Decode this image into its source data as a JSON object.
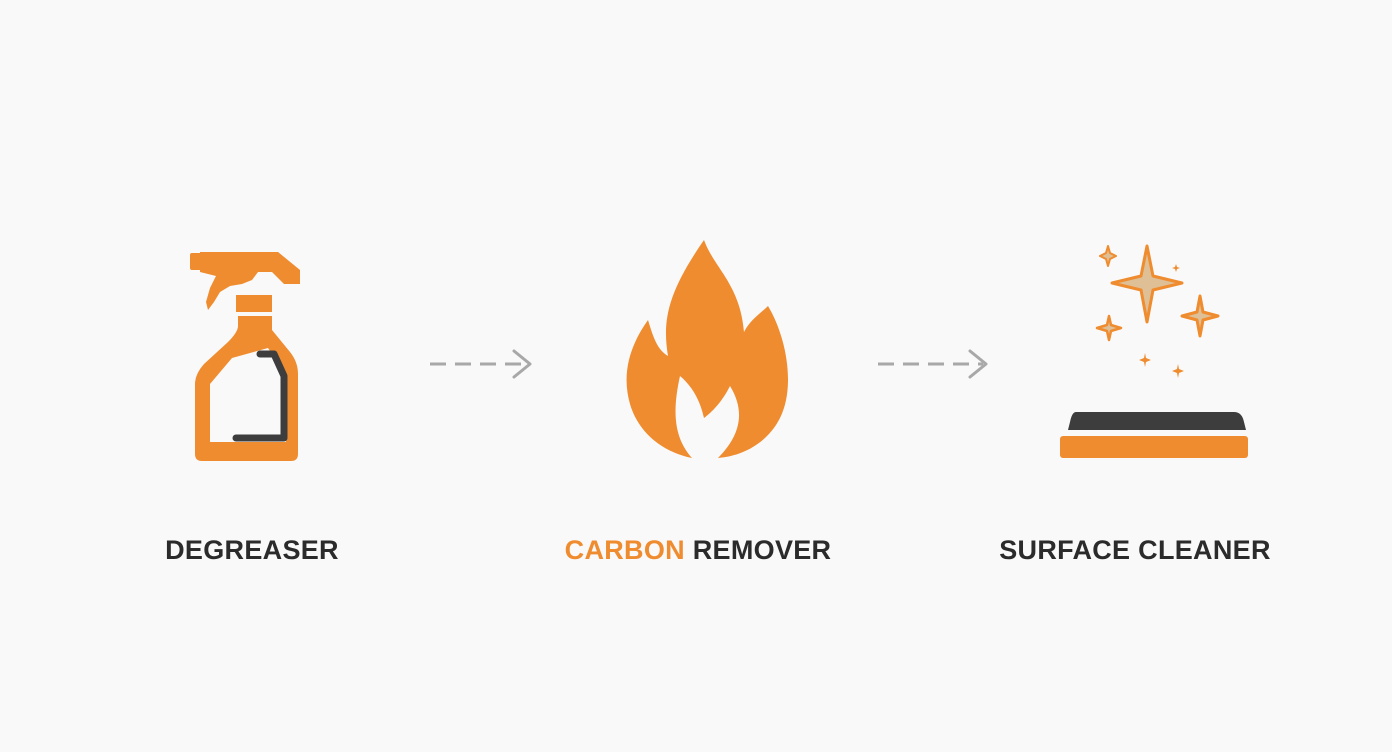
{
  "colors": {
    "accent": "#ef8c2f",
    "dark": "#2b2b2b",
    "arrow": "#a8a8a8",
    "sparkle_fill": "#dfbf95"
  },
  "steps": [
    {
      "icon": "spray-bottle-icon",
      "label": "DEGREASER"
    },
    {
      "icon": "flame-icon",
      "label_accent": "CARBON",
      "label_rest": " REMOVER"
    },
    {
      "icon": "sparkling-sponge-icon",
      "label": "SURFACE CLEANER"
    }
  ],
  "connectors": [
    "dashed-arrow-icon",
    "dashed-arrow-icon"
  ]
}
